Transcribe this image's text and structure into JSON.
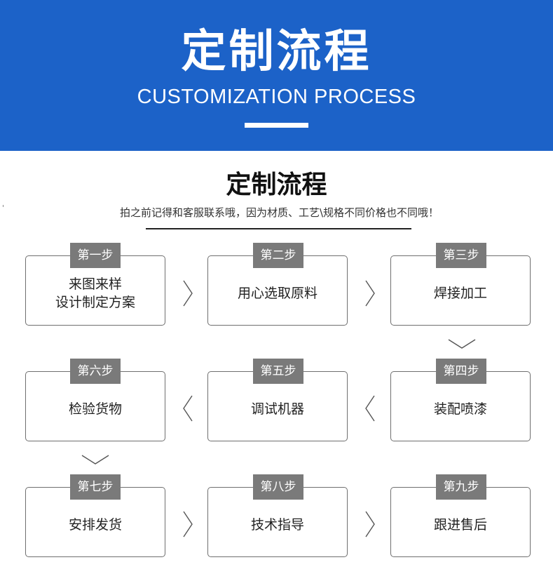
{
  "banner": {
    "title": "定制流程",
    "subtitle": "CUSTOMIZATION PROCESS"
  },
  "section": {
    "title": "定制流程",
    "subtitle": "拍之前记得和客服联系哦，因为材质、工艺\\规格不同价格也不同哦！"
  },
  "steps": [
    {
      "label": "第一步",
      "text": "来图来样\n设计制定方案"
    },
    {
      "label": "第二步",
      "text": "用心选取原料"
    },
    {
      "label": "第三步",
      "text": "焊接加工"
    },
    {
      "label": "第四步",
      "text": "装配喷漆"
    },
    {
      "label": "第五步",
      "text": "调试机器"
    },
    {
      "label": "第六步",
      "text": "检验货物"
    },
    {
      "label": "第七步",
      "text": "安排发货"
    },
    {
      "label": "第八步",
      "text": "技术指导"
    },
    {
      "label": "第九步",
      "text": "跟进售后"
    }
  ],
  "colors": {
    "banner": "#1c62c8",
    "badge": "#7a7a7a",
    "border": "#6f6f6f"
  },
  "icons": {
    "right": "chevron-right-icon",
    "left": "chevron-left-icon",
    "down": "chevron-down-icon"
  }
}
